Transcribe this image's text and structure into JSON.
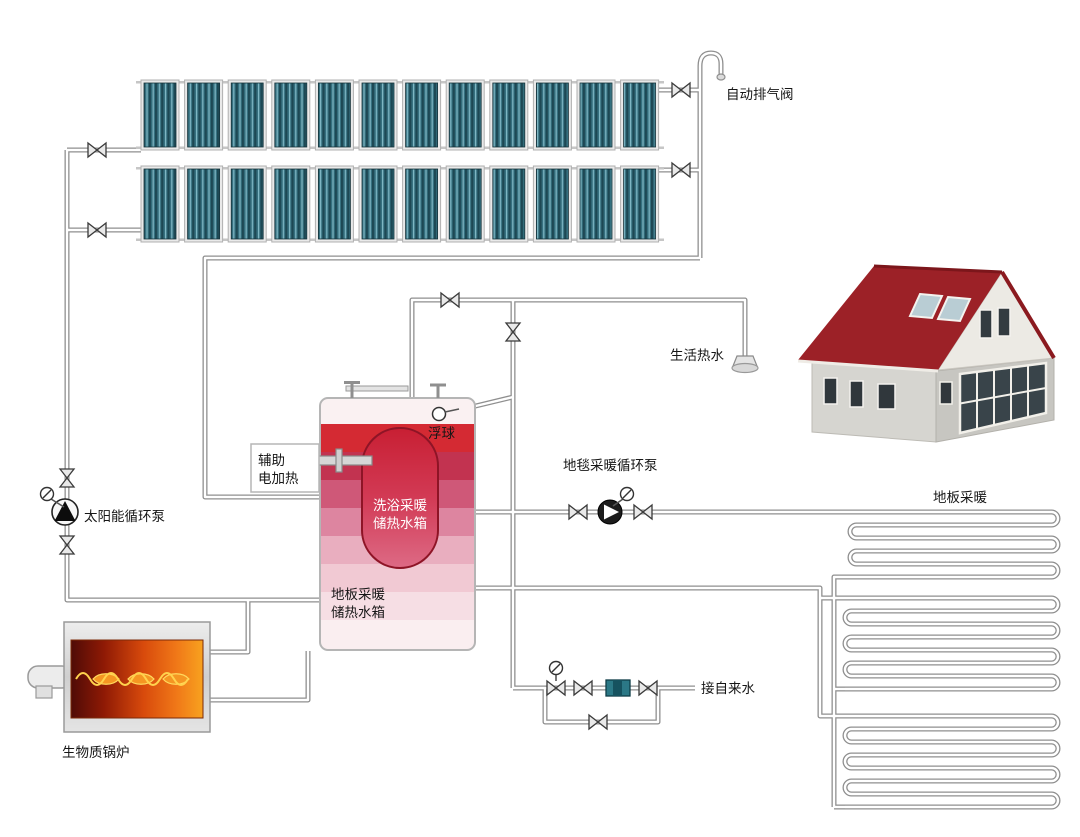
{
  "diagram": {
    "labels": {
      "auto_exhaust_valve": "自动排气阀",
      "domestic_hot_water": "生活热水",
      "float_ball": "浮球",
      "aux_heater_line1": "辅助",
      "aux_heater_line2": "电加热",
      "solar_pump": "太阳能循环泵",
      "carpet_pump": "地毯采暖循环泵",
      "floor_heating": "地板采暖",
      "bath_tank_line1": "洗浴采暖",
      "bath_tank_line2": "储热水箱",
      "floor_tank_line1": "地板采暖",
      "floor_tank_line2": "储热水箱",
      "biomass_boiler": "生物质锅炉",
      "tap_water": "接自来水"
    },
    "solar_array": {
      "rows": 2,
      "panels_per_row": 12
    },
    "colors": {
      "panel_dark": "#1d4854",
      "panel_mid": "#35707f",
      "panel_light": "#7fb7c4",
      "pipe_outline": "#8f8f8f",
      "tank_red": "#d42a33",
      "capsule_red": "#c81f33",
      "roof_red": "#9c2127",
      "flame_orange": "#f07818",
      "filter_teal": "#2b7886"
    }
  }
}
